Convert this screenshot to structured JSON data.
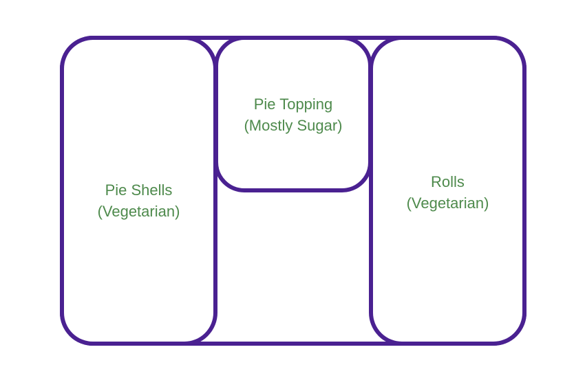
{
  "colors": {
    "outline": "#4a2191",
    "label_text": "#4e8a4c",
    "background": "#ffffff"
  },
  "compartments": [
    {
      "name_line": "Pie Shells",
      "detail_line": "(Vegetarian)"
    },
    {
      "name_line": "Pie Topping",
      "detail_line": "(Mostly Sugar)"
    },
    {
      "name_line": "Rolls",
      "detail_line": "(Vegetarian)"
    }
  ]
}
